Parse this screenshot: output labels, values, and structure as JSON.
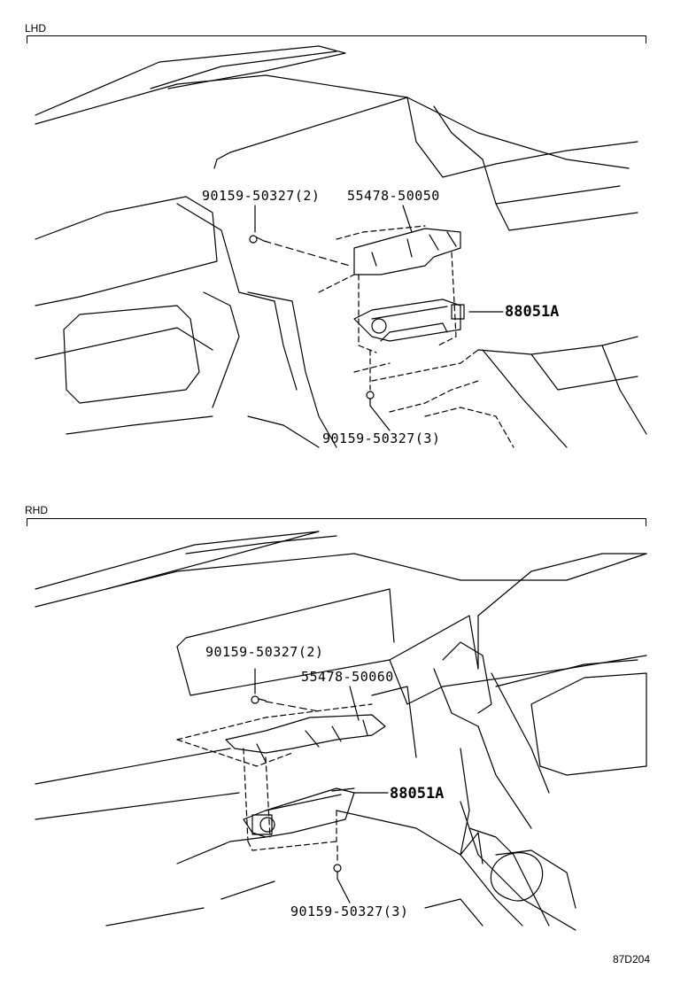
{
  "panels": [
    {
      "label": "LHD",
      "parts": {
        "screw_top": "90159-50327(2)",
        "bracket": "55478-50050",
        "sensor": "88051A",
        "screw_bottom": "90159-50327(3)"
      }
    },
    {
      "label": "RHD",
      "parts": {
        "screw_top": "90159-50327(2)",
        "bracket": "55478-50060",
        "sensor": "88051A",
        "screw_bottom": "90159-50327(3)"
      }
    }
  ],
  "diagram_code": "87D204"
}
